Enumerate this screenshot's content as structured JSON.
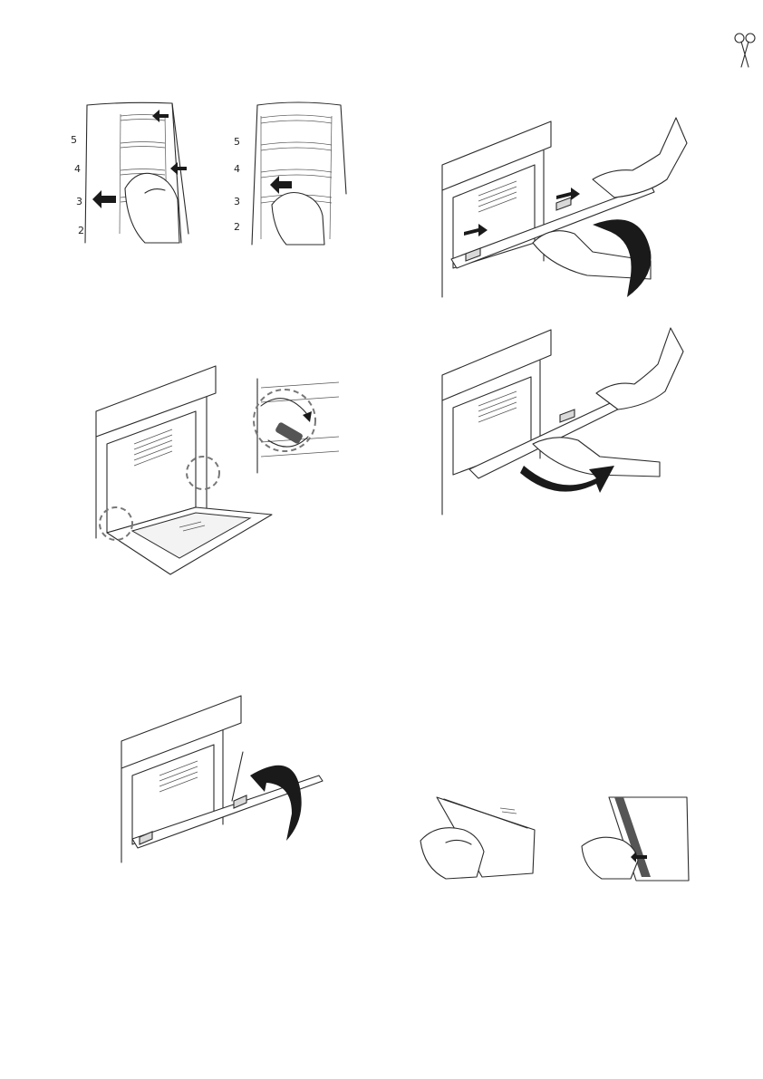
{
  "page": {
    "icon": "scissors-icon"
  },
  "figures": {
    "shelf_rails_left": {
      "shelf_numbers": [
        "5",
        "4",
        "3",
        "2"
      ]
    },
    "shelf_rails_right": {
      "shelf_numbers": [
        "5",
        "4",
        "3",
        "2"
      ]
    }
  },
  "colors": {
    "line": "#2b2b2b",
    "arrow": "#1a1a1a",
    "glass": "#f3f3f3",
    "dashed_highlight": "#777777"
  }
}
